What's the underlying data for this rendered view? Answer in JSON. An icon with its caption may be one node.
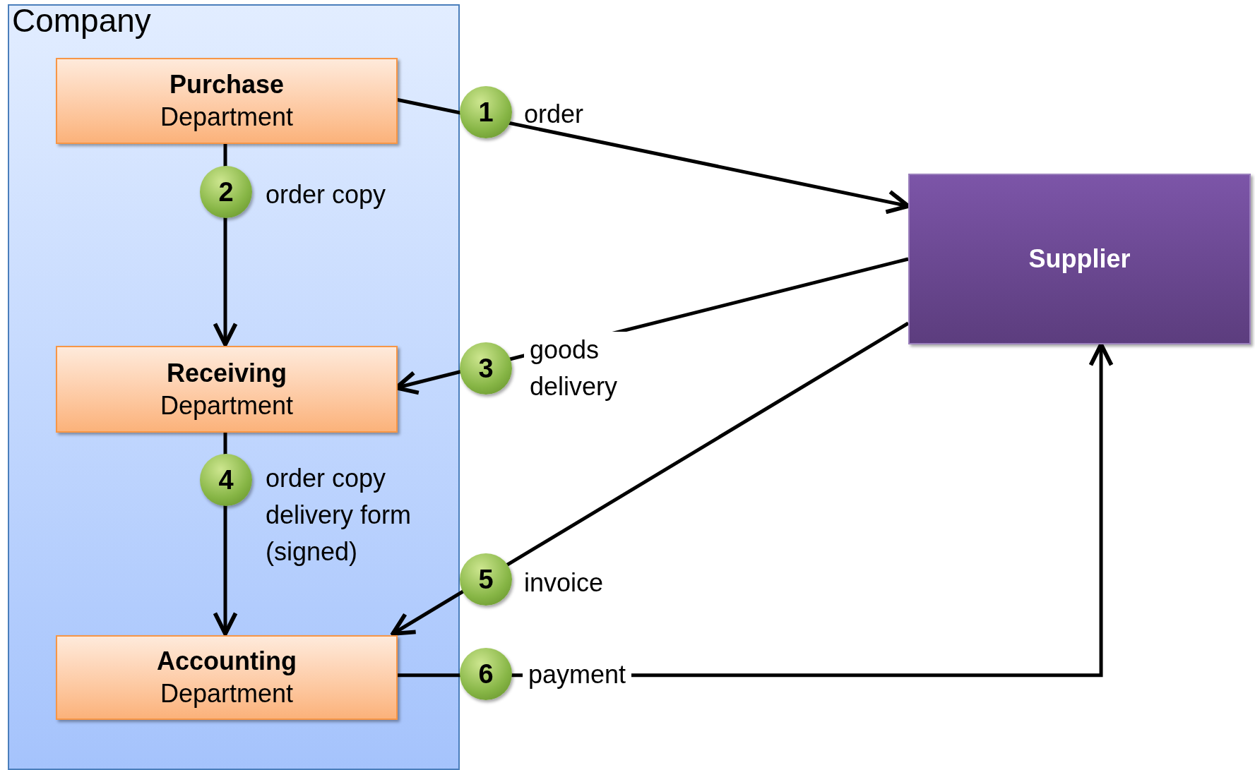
{
  "diagram": {
    "nodes": [
      {
        "text": [
          "Company"
        ]
      },
      {
        "text": [
          "Purchase",
          "Department"
        ],
        "in": 0
      },
      {
        "text": [
          "Receiving",
          "Department"
        ],
        "in": 0
      },
      {
        "text": [
          "Accounting",
          "Department"
        ],
        "in": 0
      },
      {
        "text": [
          "Supplier"
        ]
      }
    ],
    "edges": [
      {
        "from": 1,
        "to": 4,
        "arrow": "to",
        "label": "order"
      },
      {
        "from": 1,
        "to": 2,
        "arrow": "to",
        "label": "order copy"
      },
      {
        "from": 4,
        "to": 2,
        "arrow": "to",
        "label": "goods delivery"
      },
      {
        "from": 2,
        "to": 3,
        "arrow": "to",
        "label": "order copy delivery form (signed)"
      },
      {
        "from": 4,
        "to": 3,
        "arrow": "to",
        "label": "invoice"
      },
      {
        "from": 3,
        "to": 4,
        "arrow": "to",
        "label": "payment"
      }
    ],
    "labels": [
      "1",
      "2",
      "3",
      "4",
      "5",
      "6"
    ]
  }
}
